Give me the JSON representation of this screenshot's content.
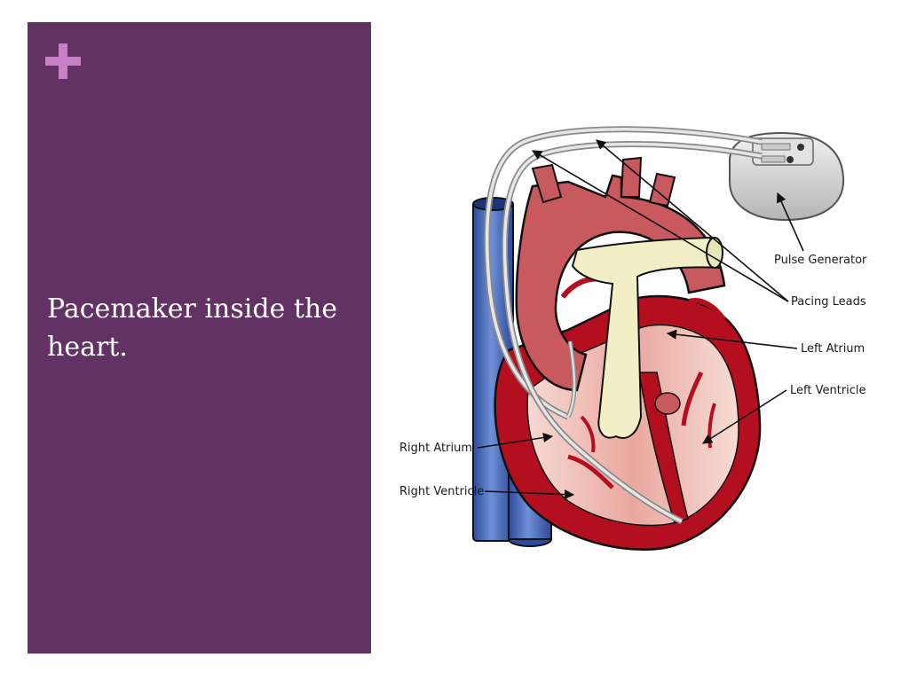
{
  "slide": {
    "title": "Pacemaker inside the heart.",
    "accent_color": "#633264",
    "plus_color": "#c87fc6",
    "plus_icon": "plus-icon"
  },
  "diagram": {
    "labels": {
      "pulse_generator": "Pulse Generator",
      "pacing_leads": "Pacing Leads",
      "left_atrium": "Left Atrium",
      "left_ventricle": "Left Ventricle",
      "right_atrium": "Right Atrium",
      "right_ventricle": "Right Ventricle"
    },
    "colors": {
      "heart_outer": "#b30f1f",
      "heart_inner": "#f2c4bd",
      "aorta": "#c85a5f",
      "vena_cava": "#3b5fb5",
      "pulmonary": "#f2efc6",
      "device": "#d8d8d8",
      "lead": "#a8a8a8"
    }
  }
}
